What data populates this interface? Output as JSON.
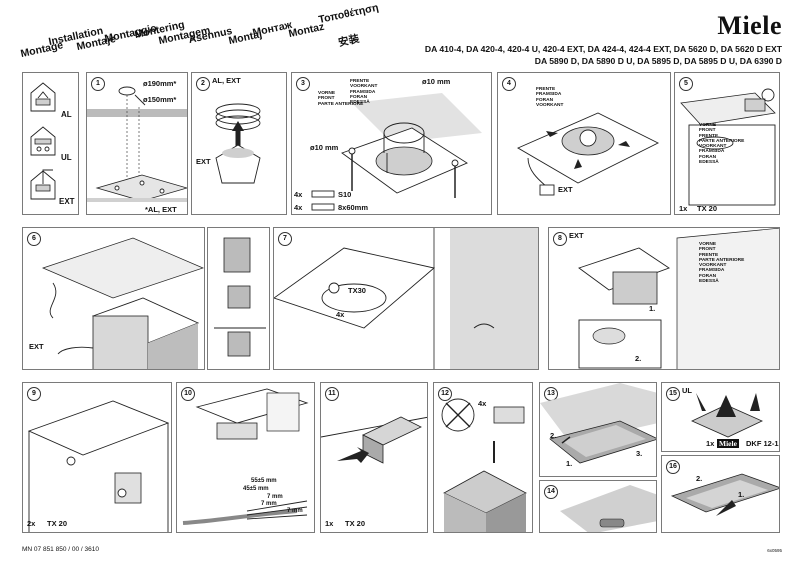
{
  "brand": "Miele",
  "languages": [
    "Montage",
    "Installation",
    "Montaje",
    "Montaggio",
    "Montering",
    "Montagem",
    "Asennus",
    "Montaj",
    "Монтаж",
    "Montaz",
    "Τοποθέτηση",
    "安装"
  ],
  "models": {
    "line1": "DA 410-4, DA 420-4, 420-4 U, 420-4 EXT, DA 424-4, 424-4 EXT, DA 5620 D, DA 5620 D EXT",
    "line2": "DA 5890 D, DA 5890 D U, DA 5895 D, DA 5895 D U, DA 6390 D"
  },
  "variants": {
    "al": "AL",
    "ul": "UL",
    "ext": "EXT"
  },
  "steps": {
    "s1": {
      "num": "1",
      "d1": "ø190mm*",
      "d2": "ø150mm*",
      "note": "*AL, EXT"
    },
    "s2": {
      "num": "2",
      "title": "AL, EXT",
      "ext": "EXT"
    },
    "s3": {
      "num": "3",
      "d_right": "ø10 mm",
      "d_left": "ø10 mm",
      "screws": "4x",
      "screw_spec": "S10",
      "bolts": "4x",
      "bolt_spec": "8x60mm"
    },
    "s4": {
      "num": "4",
      "ext": "EXT"
    },
    "s5": {
      "num": "5",
      "tool_qty": "1x",
      "tool": "TX 20"
    },
    "s6": {
      "num": "6",
      "ext": "EXT"
    },
    "s7": {
      "num": "7",
      "tool": "TX30",
      "qty": "4x"
    },
    "s8": {
      "num": "8",
      "title": "EXT",
      "sub1": "1.",
      "sub2": "2."
    },
    "s9": {
      "num": "9",
      "tool_qty": "2x",
      "tool": "TX 20"
    },
    "s10": {
      "num": "10",
      "m1": "55±5 mm",
      "m2": "45±5 mm",
      "m3": "7 mm",
      "m4": "7 mm",
      "m5": "7 mm"
    },
    "s11": {
      "num": "11",
      "tool_qty": "1x",
      "tool": "TX 20"
    },
    "s12": {
      "num": "12",
      "qty": "4x"
    },
    "s13": {
      "num": "13",
      "sub1": "1.",
      "sub2": "2.",
      "sub3": "3."
    },
    "s14": {
      "num": "14"
    },
    "s15": {
      "num": "15",
      "title": "UL",
      "qty": "1x",
      "brand": "Miele",
      "part": "DKF 12-1"
    },
    "s16": {
      "num": "16",
      "sub1": "1.",
      "sub2": "2."
    }
  },
  "front_labels": [
    "VORNE",
    "FRONT",
    "FRENTE",
    "PARTE ANTERIORE",
    "VOORKANT",
    "FRAMSIDA",
    "FORAN",
    "EDESSÄ"
  ],
  "footer": "MN 07 851 850 / 00 / 3610",
  "doc_code": "6x0595"
}
